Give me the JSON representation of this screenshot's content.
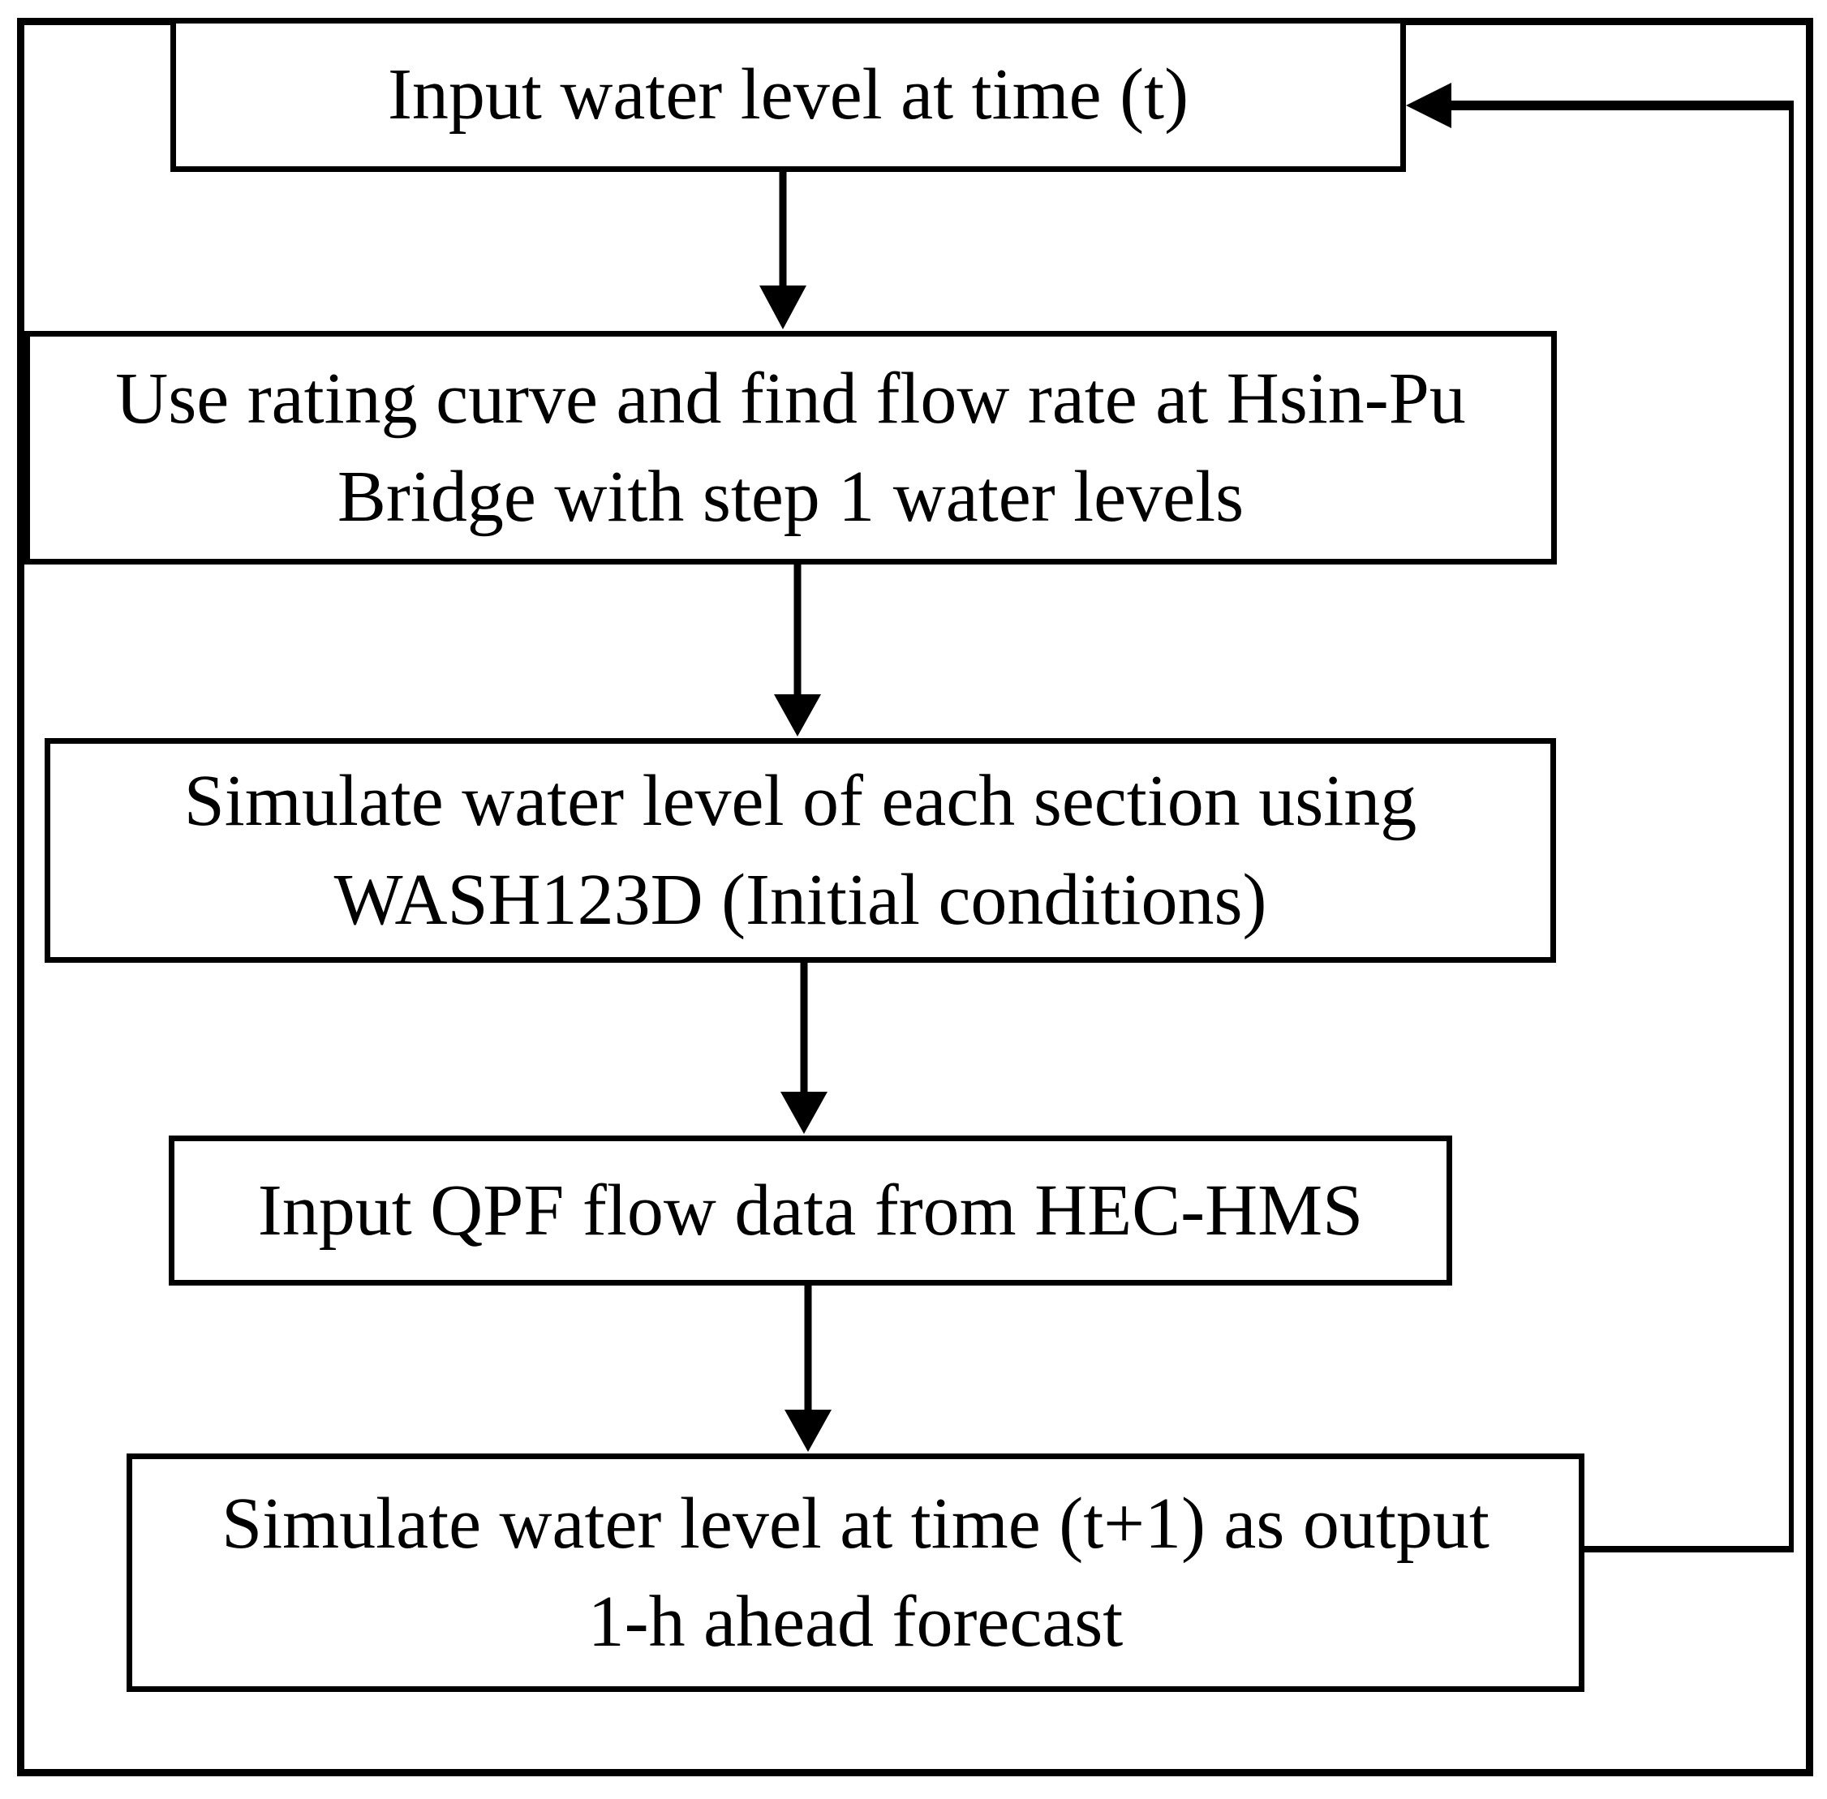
{
  "diagram": {
    "background_color": "#ffffff",
    "line_color": "#000000",
    "node_border_color": "#000000",
    "nodes": [
      {
        "id": "input-water-level",
        "text": "Input water level at time (t)"
      },
      {
        "id": "rating-curve-flow-rate",
        "text": "Use rating curve and find flow rate at Hsin-Pu\nBridge with step 1 water levels"
      },
      {
        "id": "simulate-sections",
        "text": "Simulate water level of each section using\nWASH123D (Initial conditions)"
      },
      {
        "id": "input-qpf-flow",
        "text": "Input QPF flow data from HEC-HMS"
      },
      {
        "id": "simulate-next-step",
        "text": "Simulate water level at time (t+1) as output\n1-h ahead forecast"
      }
    ]
  }
}
